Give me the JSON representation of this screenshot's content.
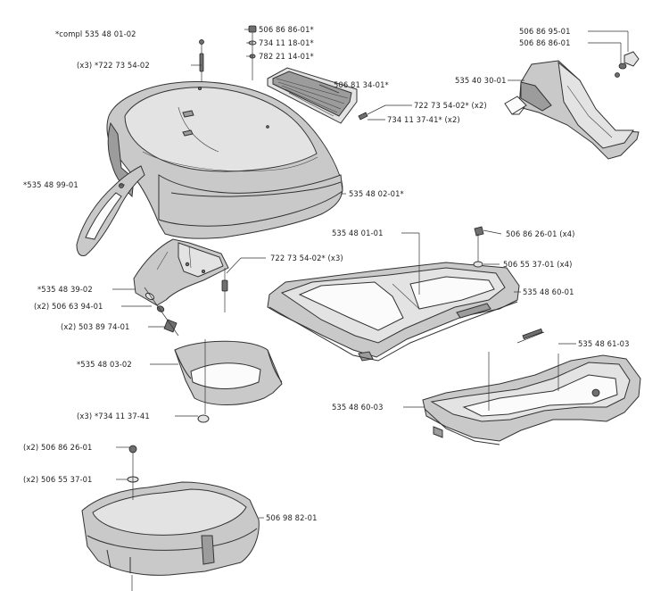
{
  "header_note": "*compl 535 48 01-02",
  "labels": [
    {
      "id": "l1",
      "text": "506 86 86-01*"
    },
    {
      "id": "l2",
      "text": "734 11 18-01*"
    },
    {
      "id": "l3",
      "text": "782 21 14-01*"
    },
    {
      "id": "l4",
      "text": "(x3) *722 73 54-02"
    },
    {
      "id": "l5",
      "text": "506 81 34-01*"
    },
    {
      "id": "l6",
      "text": "722 73 54-02* (x2)"
    },
    {
      "id": "l7",
      "text": "734 11 37-41* (x2)"
    },
    {
      "id": "l8",
      "text": "*535 48 99-01"
    },
    {
      "id": "l9",
      "text": "535 48 02-01*"
    },
    {
      "id": "l10",
      "text": "506 86 95-01"
    },
    {
      "id": "l11",
      "text": "506 86 86-01"
    },
    {
      "id": "l12",
      "text": "535 40 30-01"
    },
    {
      "id": "l13",
      "text": "535 48 01-01"
    },
    {
      "id": "l14",
      "text": "506 86 26-01 (x4)"
    },
    {
      "id": "l15",
      "text": "506 55 37-01 (x4)"
    },
    {
      "id": "l16",
      "text": "722 73 54-02* (x3)"
    },
    {
      "id": "l17",
      "text": "*535 48 39-02"
    },
    {
      "id": "l18",
      "text": "535 48 60-01"
    },
    {
      "id": "l19",
      "text": "(x2) 506 63 94-01"
    },
    {
      "id": "l20",
      "text": "(x2) 503 89 74-01"
    },
    {
      "id": "l21",
      "text": "*535 48 03-02"
    },
    {
      "id": "l22",
      "text": "535 48 61-03"
    },
    {
      "id": "l23",
      "text": "535 48 60-03"
    },
    {
      "id": "l24",
      "text": "(x3) *734 11 37-41"
    },
    {
      "id": "l25",
      "text": "(x2) 506 86 26-01"
    },
    {
      "id": "l26",
      "text": "(x2) 506 55 37-01"
    },
    {
      "id": "l27",
      "text": "506 98 82-01"
    }
  ]
}
